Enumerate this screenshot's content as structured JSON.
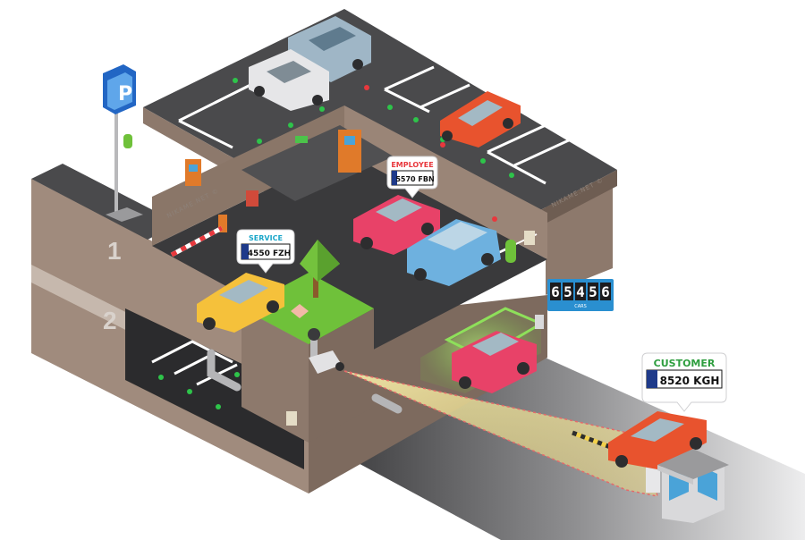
{
  "signs": {
    "parking_letter": "P",
    "level_1": "1",
    "level_2": "2"
  },
  "tags": [
    {
      "id": "employee",
      "label": "EMPLOYEE",
      "plate": "5570 FBN",
      "color": "#e8383d"
    },
    {
      "id": "service",
      "label": "SERVICE",
      "plate": "4550 FZH",
      "color": "#1aa6c9"
    },
    {
      "id": "customer",
      "label": "CUSTOMER",
      "plate": "8520 KGH",
      "color": "#2e9e3f"
    }
  ],
  "counter": {
    "digits": [
      "6",
      "5",
      "4",
      "5",
      "6"
    ],
    "caption": "CARS",
    "color": "#2a8fd0"
  },
  "brand_marks": [
    "NIKAME.NET ©",
    "NIKAME.NET ©"
  ],
  "colors": {
    "wall": "#a08b7d",
    "wall_dark": "#7d6a5e",
    "roof": "#4a4a4c",
    "asphalt": "#3a3a3c",
    "grass": "#6fc13a",
    "beam": "#f2e07a",
    "scan": "#8ee05a"
  }
}
